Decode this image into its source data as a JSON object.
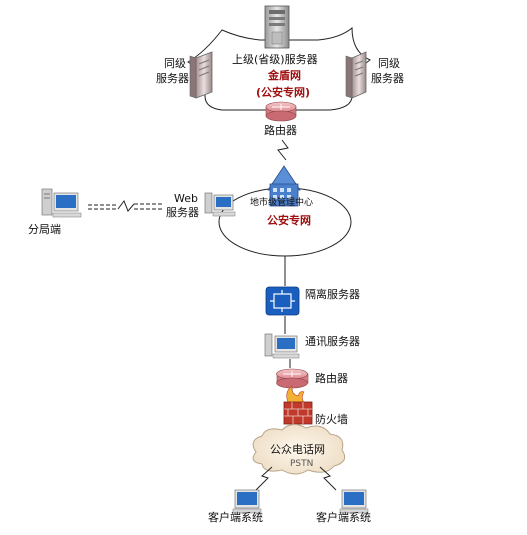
{
  "upper": {
    "top_server": "上级(省级)服务器",
    "left_server_line1": "同级",
    "left_server_line2": "服务器",
    "right_server_line1": "同级",
    "right_server_line2": "服务器",
    "network_name": "金盾网",
    "network_sub": "(公安专网)",
    "router": "路由器"
  },
  "middle": {
    "center_label": "地市级管理中心",
    "network_name": "公安专网",
    "web_server_line1": "Web",
    "web_server_line2": "服务器",
    "branch": "分局端"
  },
  "lower": {
    "isolation_server": "隔离服务器",
    "comm_server": "通讯服务器",
    "router": "路由器",
    "firewall": "防火墙",
    "pstn_name": "公众电话网",
    "pstn_sub": "PSTN",
    "client_left": "客户端系统",
    "client_right": "客户端系统"
  },
  "colors": {
    "network_red": "#a01010",
    "isolation_blue": "#1a5fc0",
    "router_pink": "#e9a3a8",
    "firewall_brick": "#c0392b",
    "pstn_cloud": "#f8efe2"
  }
}
